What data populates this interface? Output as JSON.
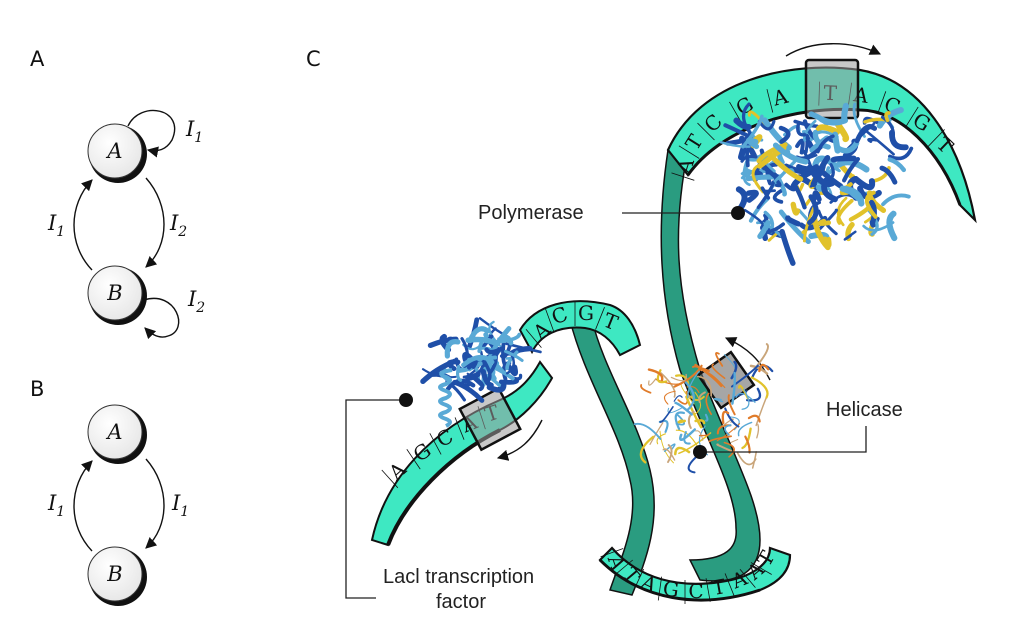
{
  "panels": {
    "a": {
      "label": "A"
    },
    "b": {
      "label": "B"
    },
    "c": {
      "label": "C"
    }
  },
  "diagram_a": {
    "state_top": "A",
    "state_bottom": "B",
    "self_loop_top": {
      "main": "I",
      "sub": "1"
    },
    "edge_down": {
      "main": "I",
      "sub": "2"
    },
    "edge_up": {
      "main": "I",
      "sub": "1"
    },
    "self_loop_bottom": {
      "main": "I",
      "sub": "2"
    }
  },
  "diagram_b": {
    "state_top": "A",
    "state_bottom": "B",
    "edge_up": {
      "main": "I",
      "sub": "1"
    },
    "edge_down": {
      "main": "I",
      "sub": "1"
    }
  },
  "diagram_c": {
    "callouts": {
      "polymerase": "Polymerase",
      "helicase": "Helicase",
      "lacl_line1": "Lacl transcription",
      "lacl_line2": "factor"
    },
    "strand_top": [
      "A",
      "T",
      "C",
      "G",
      "A",
      "T",
      "A",
      "C",
      "G",
      "T"
    ],
    "strand_mid": [
      "A",
      "C",
      "G",
      "T"
    ],
    "strand_left": [
      "A",
      "G",
      "C",
      "A",
      "T"
    ],
    "strand_bottom": [
      "A",
      "T",
      "A",
      "G",
      "C",
      "T",
      "A",
      "A",
      "T"
    ],
    "colors": {
      "ribbon": "#3ee8c2",
      "ribbon_dark": "#2a9c80",
      "outline": "#111111",
      "protein_blue": "#1f4fa8",
      "protein_light": "#59a9d6",
      "protein_yellow": "#e1c22b",
      "protein_orange": "#e07b2a"
    }
  }
}
